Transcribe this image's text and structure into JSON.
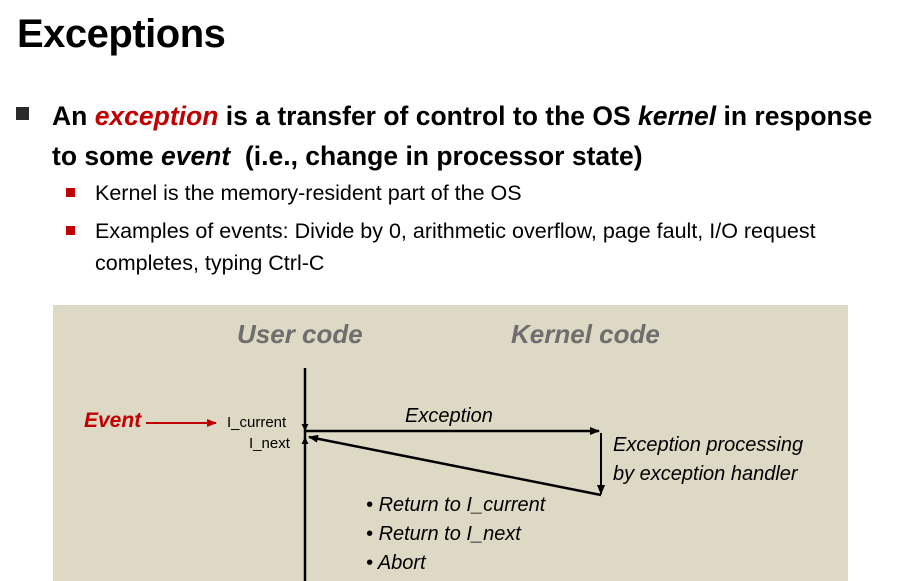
{
  "slide": {
    "title": "Exceptions",
    "bullet_main": {
      "part1": "An ",
      "exception_word": "exception",
      "part2": " is a transfer of control to the OS ",
      "kernel_word": "kernel",
      "part3": " in response to some ",
      "event_word": "event",
      "part4": "  (i.e., change in processor state)"
    },
    "sub_bullets": [
      "Kernel is the memory-resident part of the OS",
      "Examples of events: Divide by 0, arithmetic overflow, page fault, I/O request completes, typing Ctrl-C"
    ]
  },
  "diagram": {
    "user_code_label": "User code",
    "kernel_code_label": "Kernel code",
    "event_label": "Event",
    "i_current_label": "I_current",
    "i_next_label": "I_next",
    "exception_label": "Exception",
    "processing_line1": "Exception processing",
    "processing_line2": "by exception handler",
    "return_options": [
      "Return to I_current",
      "Return to I_next",
      "Abort"
    ],
    "colors": {
      "red": "#c00000",
      "panel": "#ddd9c4",
      "gray_label": "#6e6e6e"
    }
  }
}
